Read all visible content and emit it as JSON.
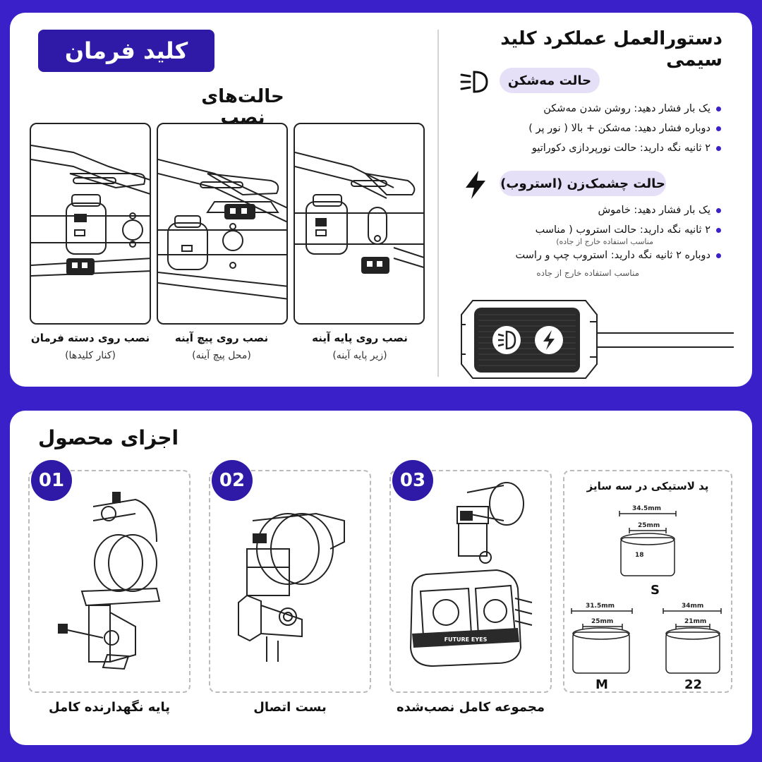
{
  "header": {
    "title": "کلید فرمان"
  },
  "mounting": {
    "heading": "حالت‌های نصب",
    "options": [
      {
        "label": "نصب روی پایه آینه",
        "sub": "(زیر پایه آینه)"
      },
      {
        "label": "نصب روی پیچ آینه",
        "sub": "(محل پیچ آینه)"
      },
      {
        "label": "نصب روی دسته فرمان",
        "sub": "(کنار کلیدها)"
      }
    ]
  },
  "guide": {
    "heading": "دستورالعمل عملکرد کلید سیمی",
    "fog_mode": {
      "label": "حالت مه‌شکن",
      "icon": "headlight-icon",
      "items": [
        "یک بار فشار دهید: روشن شدن مه‌شکن",
        "دوباره فشار دهید: مه‌شکن + بالا ( نور پر )",
        "۲ ثانیه نگه دارید: حالت نورپردازی دکوراتیو"
      ]
    },
    "strobe_mode": {
      "label": "حالت چشمک‌زن (استروب)",
      "icon": "lightning-icon",
      "items": [
        "یک بار فشار دهید: خاموش",
        "۲ ثانیه نگه دارید: حالت استروب ( مناسب",
        "دوباره ۲ ثانیه نگه دارید: استروب چپ و راست"
      ],
      "notes": [
        "مناسب استفاده خارج از جاده)",
        "مناسب استفاده خارج از جاده"
      ]
    }
  },
  "parts": {
    "heading": "اجزای محصول",
    "items": [
      {
        "num": "01",
        "label": "پایه نگهدارنده کامل"
      },
      {
        "num": "02",
        "label": "بست اتصال"
      },
      {
        "num": "03",
        "label": "مجموعه کامل نصب‌شده"
      }
    ],
    "lamp_text": "FUTURE EYES",
    "pads": {
      "title": "پد لاستیکی در سه سایز",
      "sizes": [
        {
          "letter": "S",
          "outer": "34.5mm",
          "inner": "25mm",
          "height": "18"
        },
        {
          "letter": "M",
          "outer": "31.5mm",
          "inner": "25mm"
        },
        {
          "letter": "22",
          "outer": "34mm",
          "inner": "21mm"
        }
      ]
    }
  },
  "colors": {
    "background": "#3a20c9",
    "badge": "#2e1aa6",
    "pill": "#e5dff7"
  }
}
